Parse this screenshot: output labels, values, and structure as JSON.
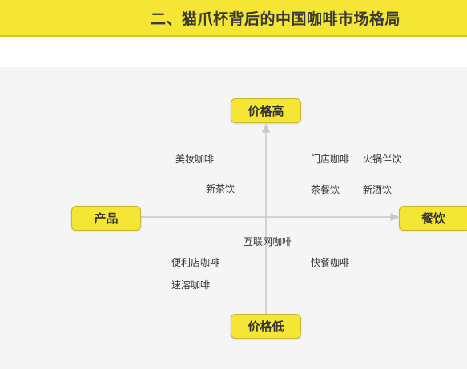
{
  "header": {
    "title": "二、猫爪杯背后的中国咖啡市场格局",
    "background": "#f5e534"
  },
  "diagram": {
    "axis_labels": {
      "top": "价格高",
      "bottom": "价格低",
      "left": "产品",
      "right": "餐饮"
    },
    "items": {
      "meizhuang": "美妆咖啡",
      "xincha": "新茶饮",
      "mendian": "门店咖啡",
      "huoguo": "火锅伴饮",
      "chacan": "茶餐饮",
      "xinjiu": "新酒饮",
      "hulianwang": "互联网咖啡",
      "bianlidian": "便利店咖啡",
      "kuaican": "快餐咖啡",
      "surong": "速溶咖啡"
    },
    "pill_color": "#f5e534",
    "axis_color": "#c8c8c8"
  }
}
